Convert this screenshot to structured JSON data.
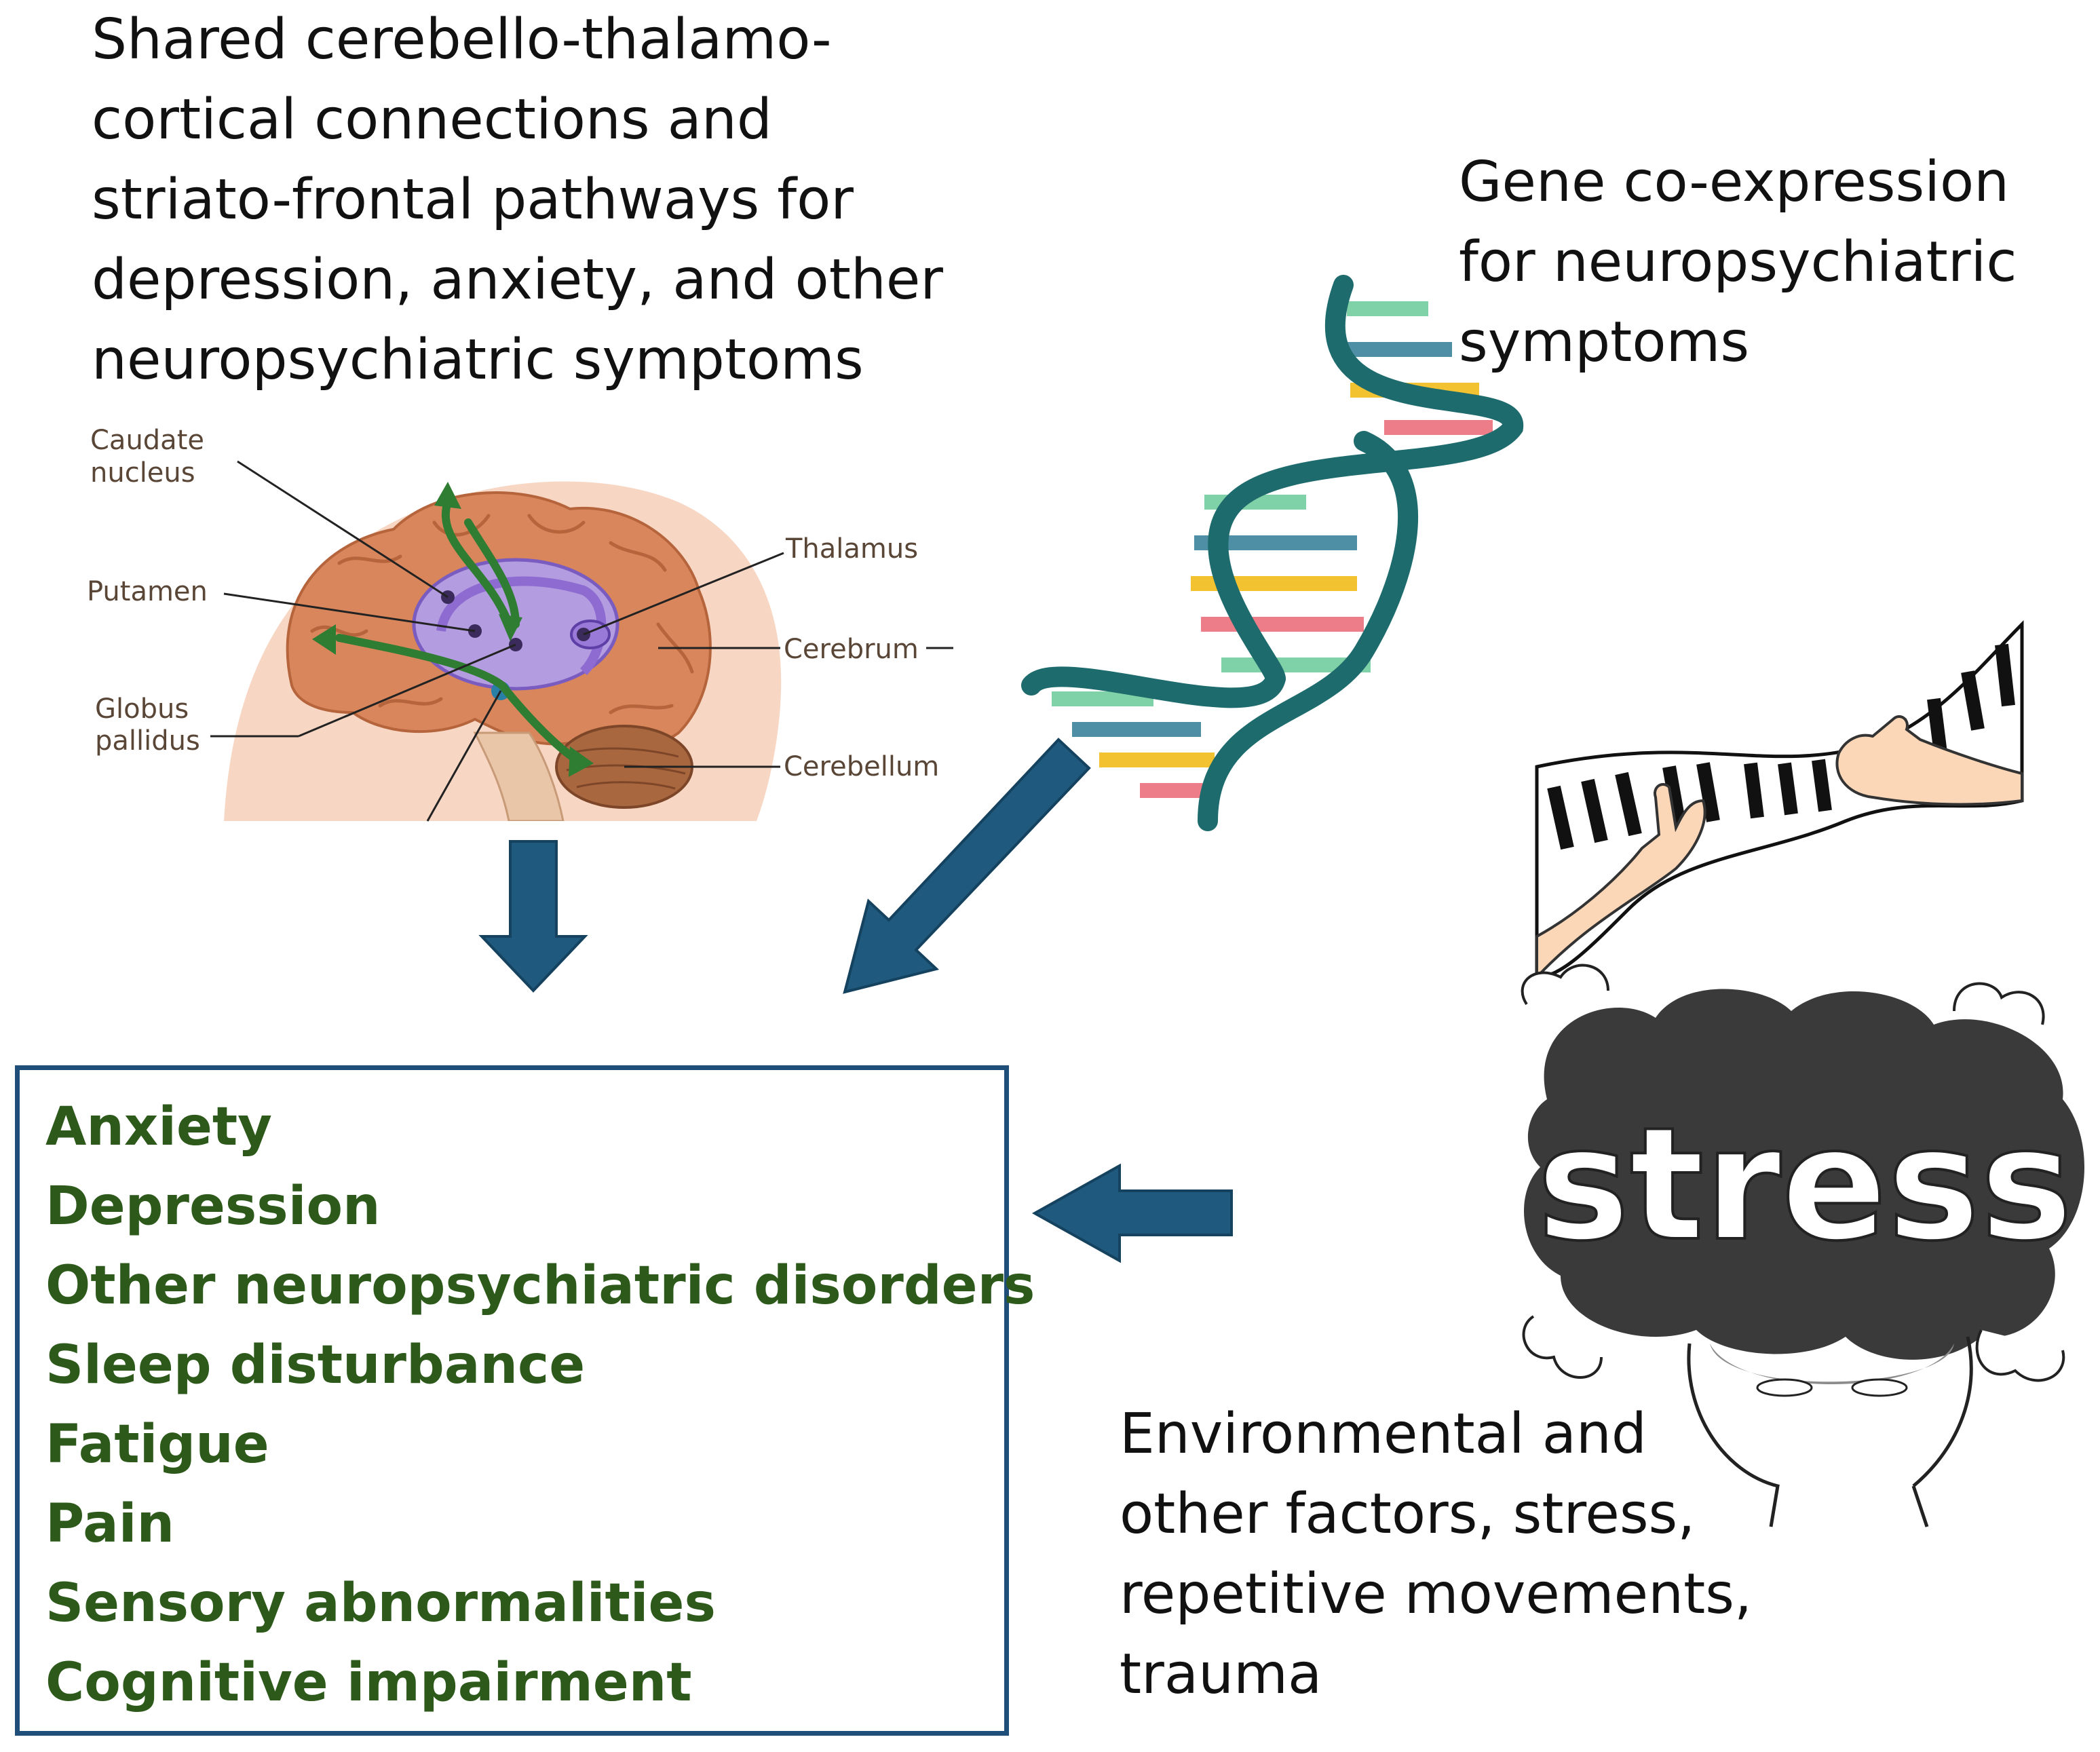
{
  "captions": {
    "top": [
      "Shared cerebello-thalamo-",
      "cortical connections and",
      "striato-frontal pathways for",
      "depression, anxiety, and other",
      "neuropsychiatric symptoms"
    ],
    "gene": [
      "Gene co-expression",
      "for neuropsychiatric",
      "symptoms"
    ],
    "env": [
      "Environmental and",
      "other factors, stress,",
      "repetitive movements,",
      "trauma"
    ]
  },
  "brain_labels": {
    "caudate": [
      "Caudate",
      "nucleus"
    ],
    "putamen": "Putamen",
    "globus": [
      "Globus",
      "pallidus"
    ],
    "thalamus": "Thalamus",
    "cerebrum": "Cerebrum",
    "cerebellum": "Cerebellum"
  },
  "stress_word": "stress",
  "outcomes": [
    "Anxiety",
    "Depression",
    "Other neuropsychiatric disorders",
    "Sleep disturbance",
    "Fatigue",
    "Pain",
    "Sensory abnormalities",
    "Cognitive impairment"
  ],
  "colors": {
    "arrow": "#1f5a7e",
    "box_border": "#1f4e79",
    "outcome_text": "#2d5a1b",
    "dna_backbone": "#1d6b6d",
    "pathway_arrows": "#2e7d32",
    "stress_cloud": "#3a3a3a"
  }
}
